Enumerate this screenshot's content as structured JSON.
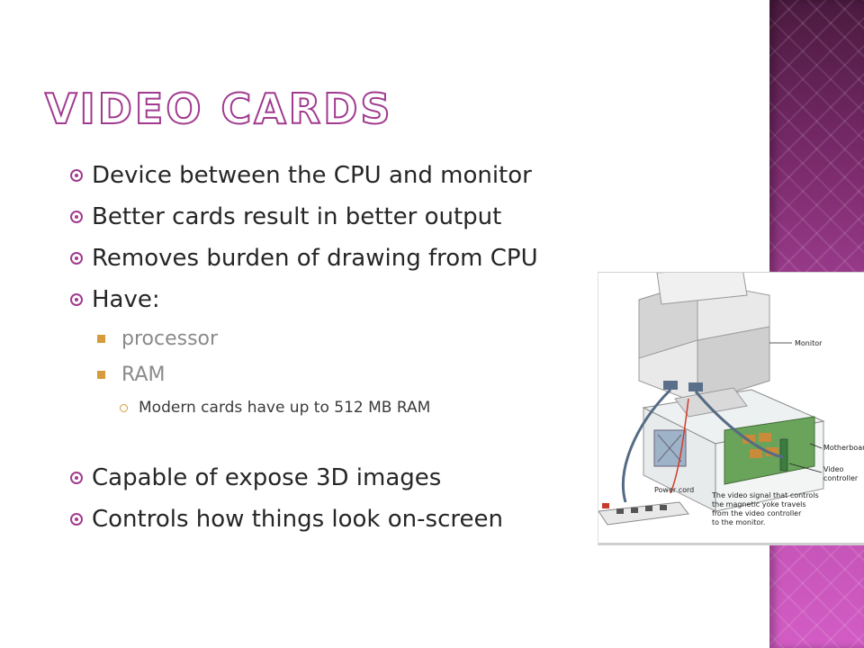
{
  "slide": {
    "title": "Video Cards",
    "bullets": [
      {
        "level": 1,
        "text": "Device between the CPU and monitor"
      },
      {
        "level": 1,
        "text": "Better cards result in better output"
      },
      {
        "level": 1,
        "text": "Removes burden of drawing from CPU"
      },
      {
        "level": 1,
        "text": "Have:"
      },
      {
        "level": 2,
        "text": "processor"
      },
      {
        "level": 2,
        "text": "RAM"
      },
      {
        "level": 3,
        "text": "Modern cards have up to 512 MB RAM"
      },
      {
        "level": 1,
        "text": "Capable of expose 3D images"
      },
      {
        "level": 1,
        "text": "Controls how things look on-screen"
      }
    ]
  },
  "figure": {
    "labels": {
      "monitor": "Monitor",
      "motherboard": "Motherboard",
      "video_controller_1": "Video",
      "video_controller_2": "controller",
      "power_cord": "Power cord",
      "caption_1": "The video signal that controls",
      "caption_2": "the magnetic yoke travels",
      "caption_3": "from the video controller",
      "caption_4": "to the monitor."
    }
  },
  "colors": {
    "accent": "#a13b8f",
    "sub_bullet": "#d59b3c",
    "strip": "#7a2a6b"
  }
}
